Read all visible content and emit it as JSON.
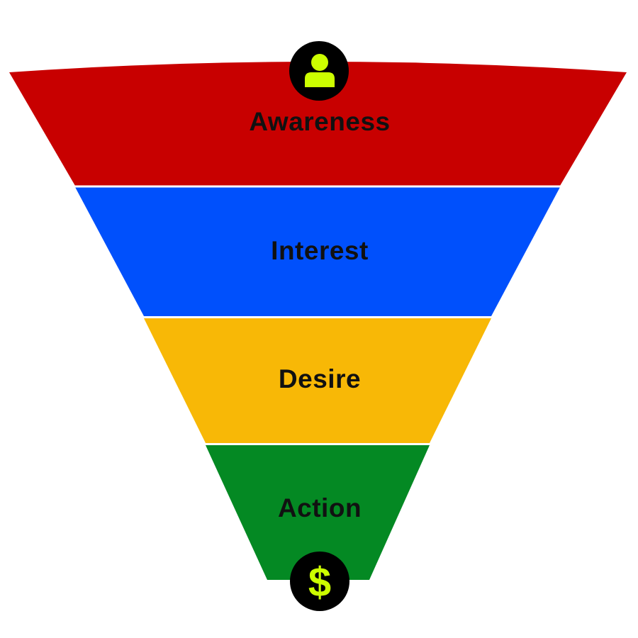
{
  "funnel": {
    "stages": [
      {
        "label": "Awareness",
        "color": "#c80000"
      },
      {
        "label": "Interest",
        "color": "#0050fc"
      },
      {
        "label": "Desire",
        "color": "#f8b806"
      },
      {
        "label": "Action",
        "color": "#048923"
      }
    ],
    "separator_color": "#ffffff"
  },
  "icons": {
    "top": {
      "name": "person-icon",
      "badge_color": "#000000",
      "glyph_color": "#ccfe00"
    },
    "bottom": {
      "name": "dollar-icon",
      "glyph": "$",
      "badge_color": "#000000",
      "glyph_color": "#ccfe00"
    }
  }
}
